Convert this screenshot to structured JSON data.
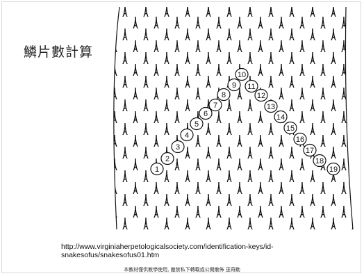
{
  "slide": {
    "title": "鱗片數計算",
    "source_url": "http://www.virginiaherpetologicalsociety.com/identification-keys/id-snakesofus/snakesofus01.htm",
    "footer_note": "本教材僅供教學使用, 嚴禁私下轉載或公開散佈  巫奇勳"
  },
  "diagram": {
    "subject": "snake dorsal scale rows",
    "scale_row_numbers": [
      "1",
      "2",
      "3",
      "4",
      "5",
      "6",
      "7",
      "8",
      "9",
      "10",
      "11",
      "12",
      "13",
      "14",
      "15",
      "16",
      "17",
      "18",
      "19"
    ],
    "line_color": "#111111",
    "background_color": "#ffffff"
  }
}
